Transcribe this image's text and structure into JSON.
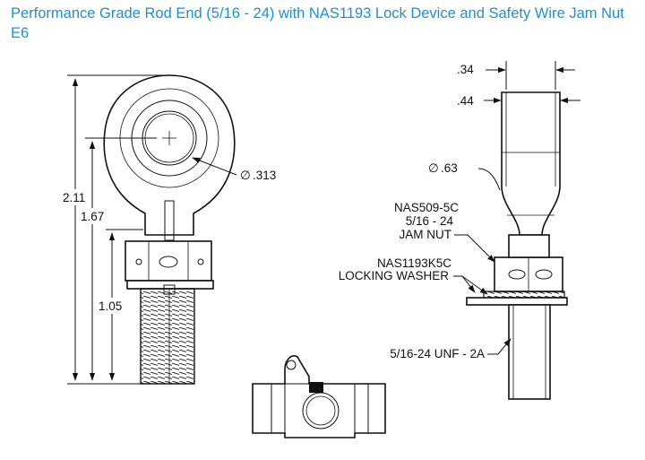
{
  "title": "Performance Grade Rod End (5/16 - 24) with NAS1193 Lock Device and Safety Wire Jam Nut E6",
  "dimensions": {
    "overall_length": "2.11",
    "center_to_nut": "1.67",
    "thread_length": "1.05",
    "bore": ".313",
    "ball_width": ".34",
    "housing_width": ".44",
    "ball_diameter": ".63"
  },
  "callouts": {
    "jam_nut": [
      "NAS509-5C",
      "5/16 - 24",
      "JAM NUT"
    ],
    "washer": [
      "NAS1193K5C",
      "LOCKING WASHER"
    ],
    "thread": "5/16-24 UNF - 2A"
  },
  "symbols": {
    "diameter": "∅"
  }
}
